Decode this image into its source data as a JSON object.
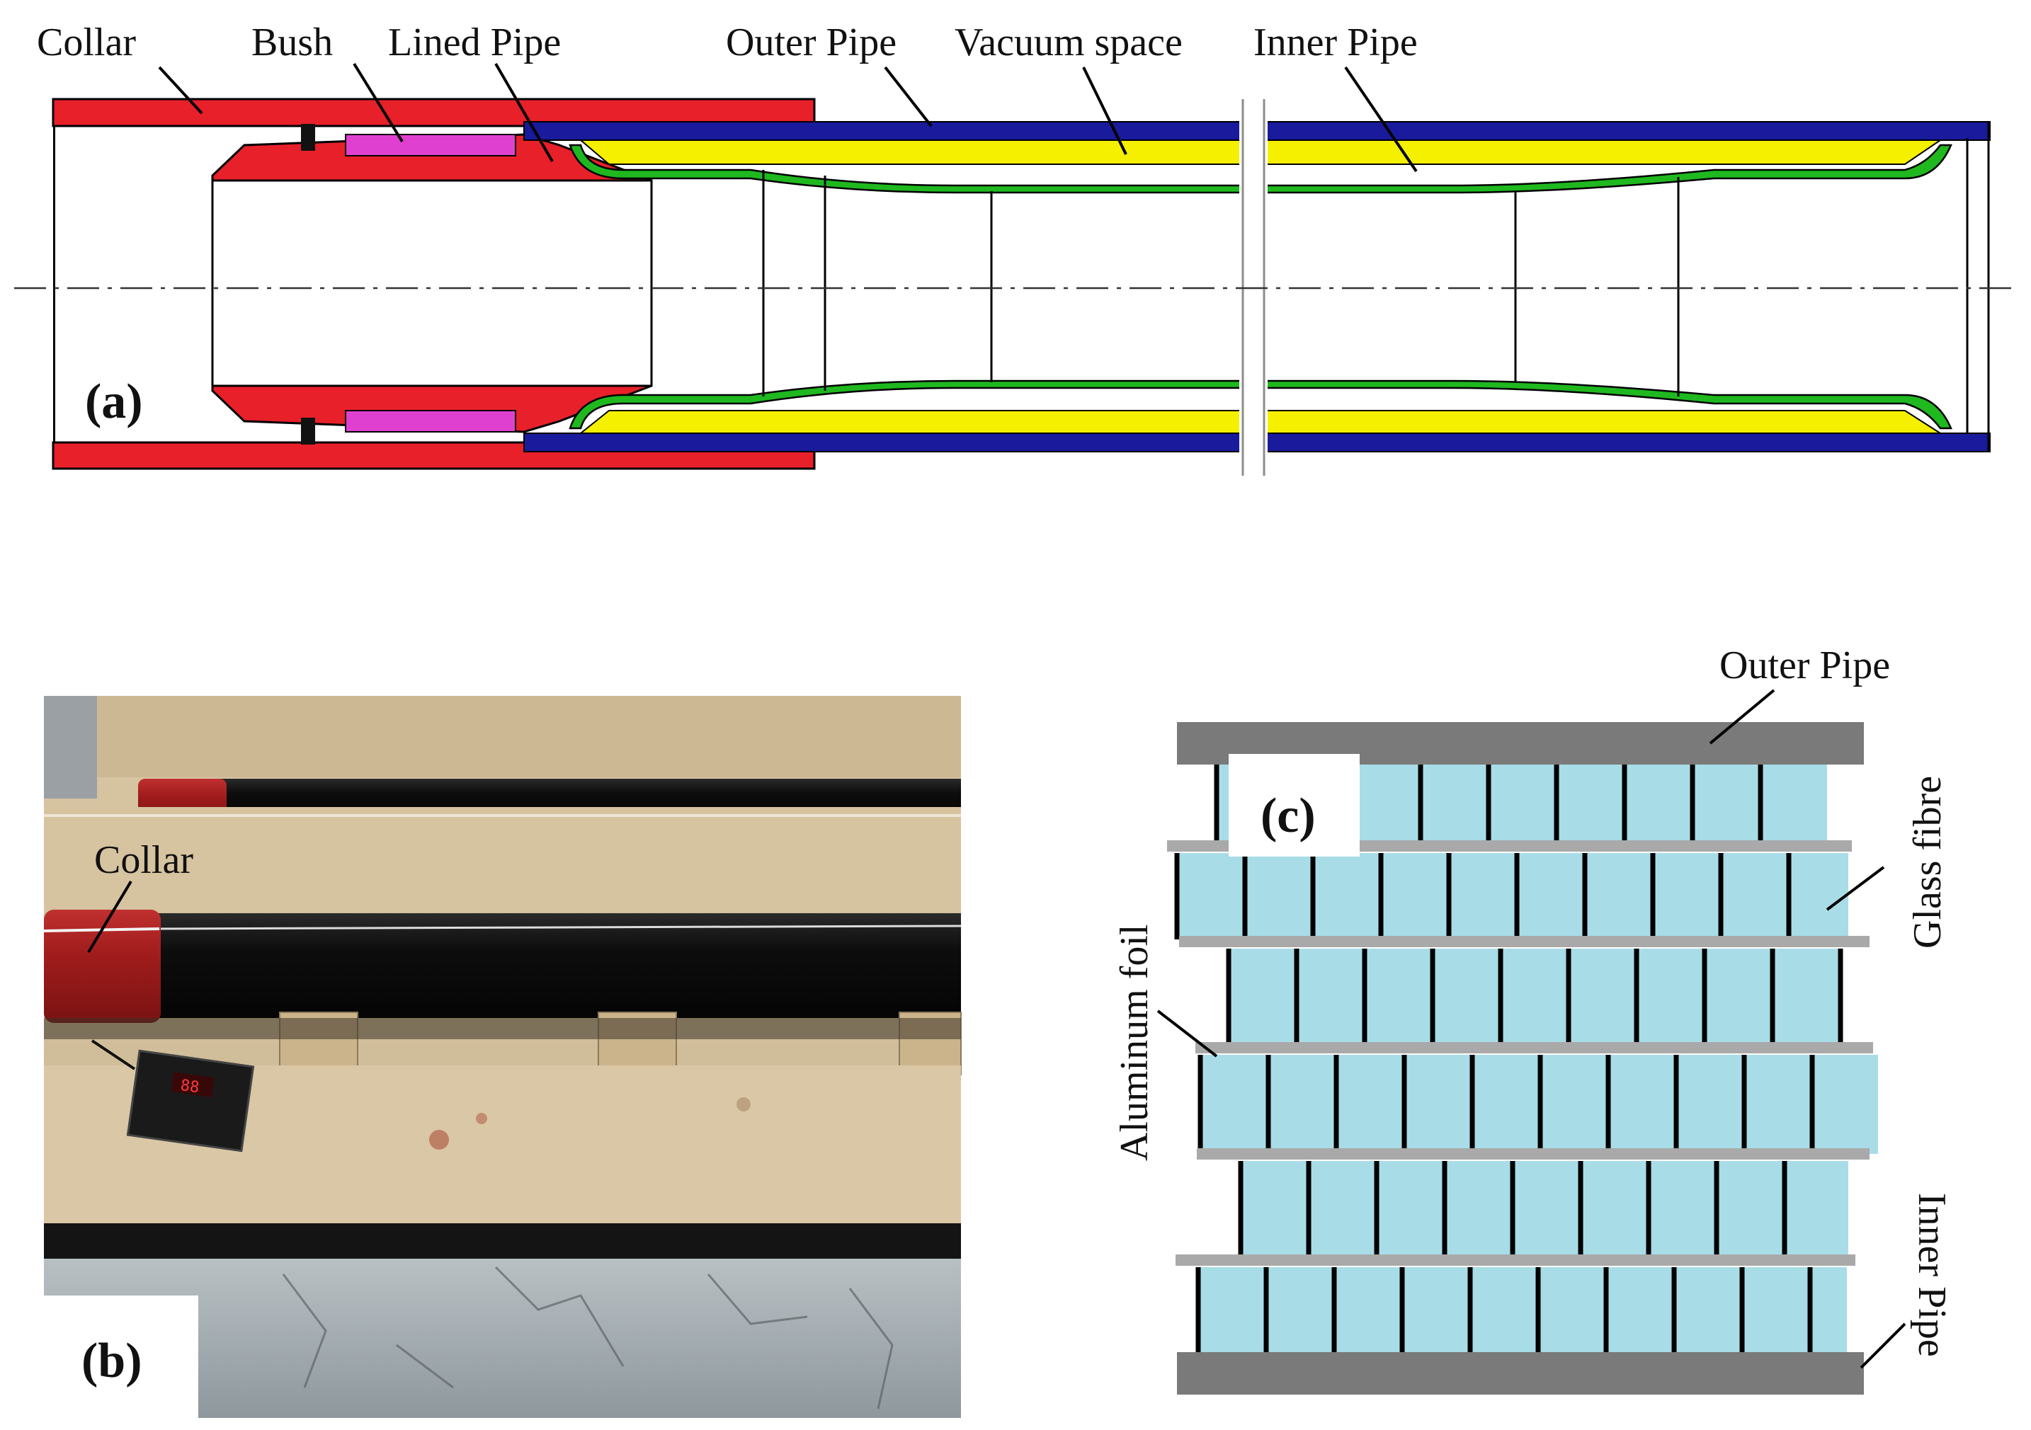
{
  "panel_a": {
    "labels": {
      "collar": "Collar",
      "bush": "Bush",
      "lined_pipe": "Lined Pipe",
      "outer_pipe": "Outer Pipe",
      "vacuum_space": "Vacuum space",
      "inner_pipe": "Inner Pipe"
    },
    "tag": "(a)"
  },
  "panel_b": {
    "labels": {
      "collar": "Collar"
    },
    "tag": "(b)",
    "meter_readout": "88"
  },
  "panel_c": {
    "labels": {
      "outer_pipe": "Outer Pipe",
      "glass_fibre": "Glass fibre",
      "aluminum_foil": "Aluminum foil",
      "inner_pipe": "Inner Pipe"
    },
    "tag": "(c)"
  },
  "colors": {
    "collar": "#e8202a",
    "bush": "#e040d0",
    "outer_pipe": "#1a1a9c",
    "vacuum": "#f5f000",
    "inner_pipe": "#1fb81f",
    "glass_fibre": "#a8dde8",
    "aluminum_foil": "#a9a9a9",
    "pipe_wall": "#7a7a7a"
  }
}
